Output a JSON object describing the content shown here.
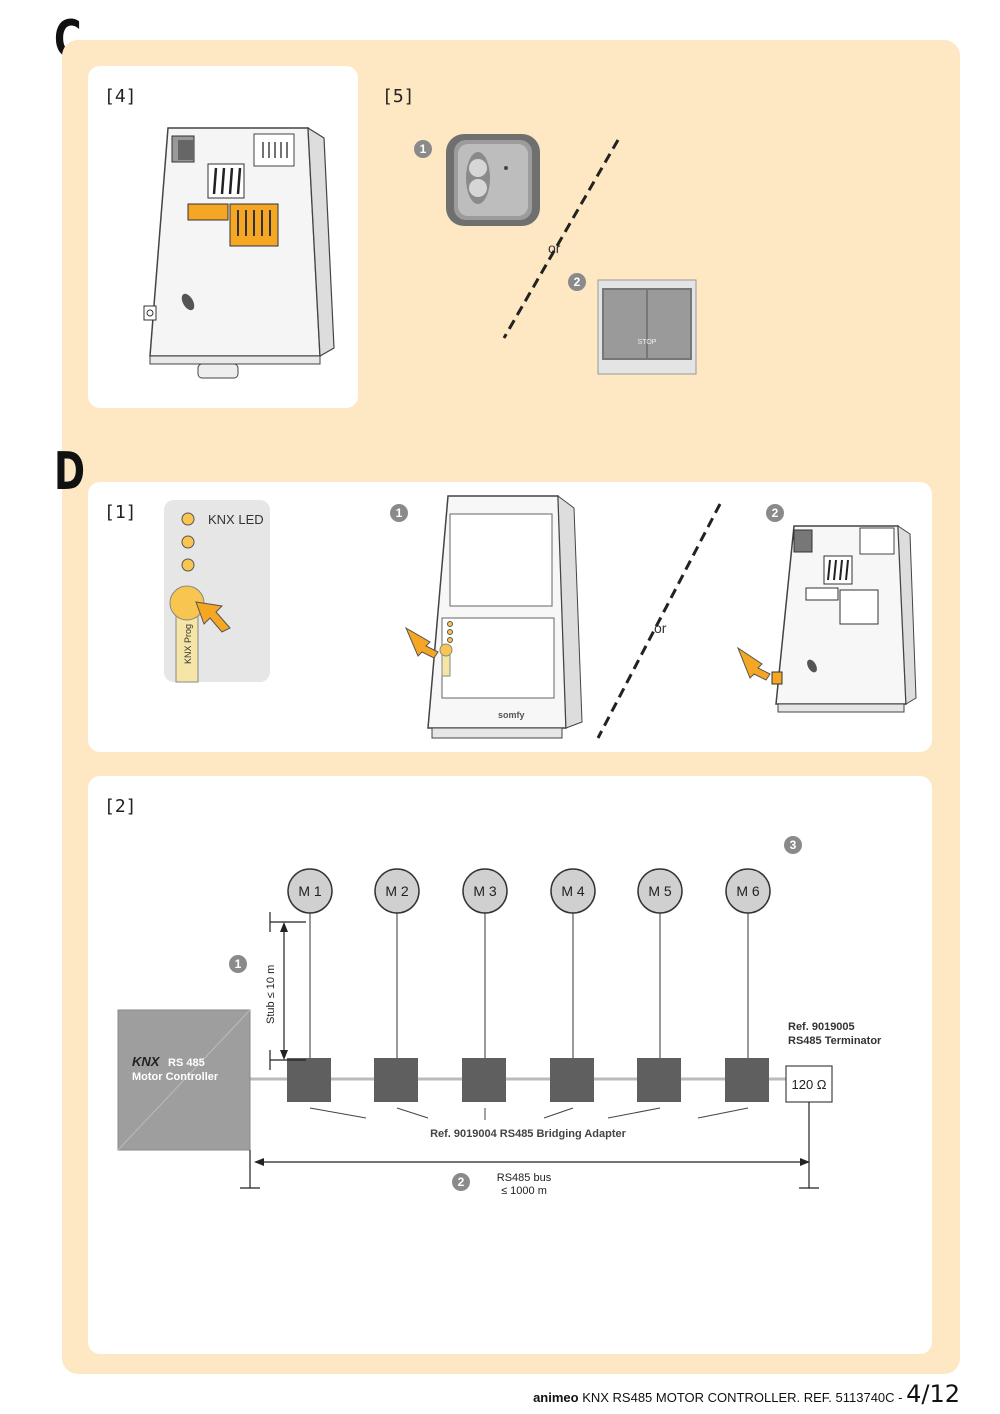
{
  "sections": {
    "c": "C",
    "d": "D"
  },
  "c4": {
    "tag": "[4]"
  },
  "c5": {
    "tag": "[5]",
    "n1": "1",
    "n2": "2",
    "or": "or",
    "stop": "STOP"
  },
  "d1": {
    "tag": "[1]",
    "led_label": "KNX LED",
    "prog_label": "KNX Prog",
    "n1": "1",
    "n2": "2",
    "or": "or",
    "somfy": "somfy"
  },
  "d2": {
    "tag": "[2]",
    "n1": "1",
    "n2": "2",
    "n3": "3",
    "motors": [
      "M 1",
      "M 2",
      "M 3",
      "M 4",
      "M 5",
      "M 6"
    ],
    "stub": "Stub ≤ 10 m",
    "controller_brand": "KNX",
    "controller_line1": "RS 485",
    "controller_line2": "Motor Controller",
    "terminator_ref": "Ref. 9019005",
    "terminator_name": "RS485 Terminator",
    "resistor": "120 Ω",
    "adapter": "Ref. 9019004 RS485 Bridging Adapter",
    "bus_line1": "RS485 bus",
    "bus_line2": "≤ 1000 m"
  },
  "footer": {
    "brand": "animeo",
    "text": " KNX RS485 MOTOR CONTROLLER. REF. 5113740C - ",
    "page": "4/12"
  },
  "colors": {
    "background": "#fde8c3",
    "accent": "#f5a623",
    "gray": "#8a8a8a"
  }
}
